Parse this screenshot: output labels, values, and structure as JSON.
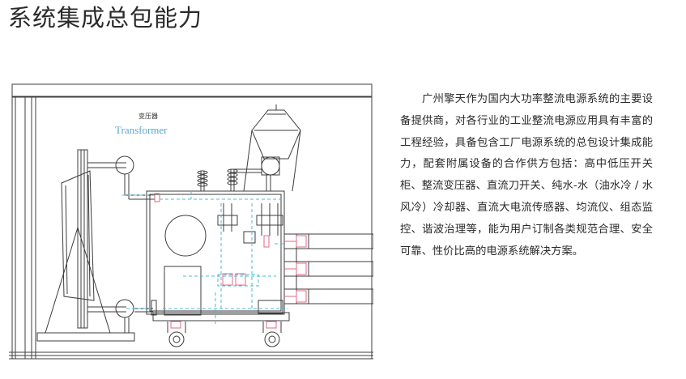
{
  "page": {
    "title": "系统集成总包能力"
  },
  "drawing": {
    "label_cn": "变压器",
    "label_en": "Transformer"
  },
  "description": {
    "text": "广州擎天作为国内大功率整流电源系统的主要设备提供商，对各行业的工业整流电源应用具有丰富的工程经验，具备包含工厂电源系统的总包设计集成能力，配套附属设备的合作供方包括：高中低压开关柜、整流变压器、直流刀开关、纯水-水（油水冷 / 水风冷）冷却器、直流大电流传感器、均流仪、组态监控、谐波治理等，能为用户订制各类规范合理、安全可靠、性价比高的电源系统解决方案。"
  },
  "colors": {
    "line": "#3c3c3c",
    "cyan": "#4fb8d6",
    "pink": "#e46a86"
  }
}
